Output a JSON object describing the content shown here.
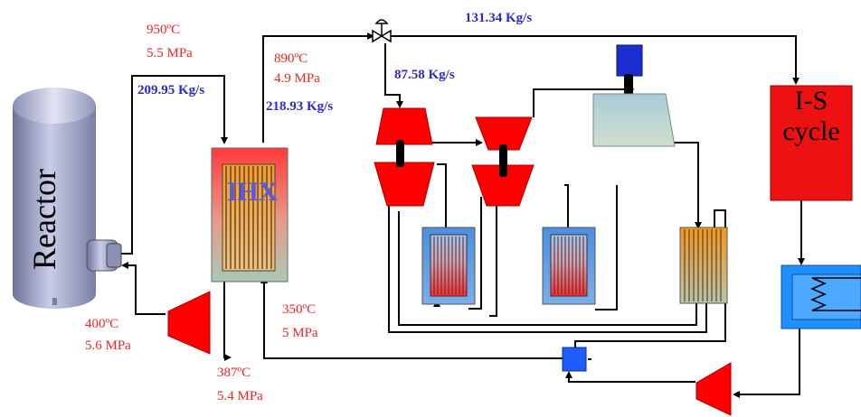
{
  "reactor": {
    "label": "Reactor"
  },
  "ihx": {
    "label": "IHX"
  },
  "is_cycle": {
    "line1": "I-S",
    "line2": "cycle"
  },
  "reactor_outlet": {
    "temperature": "950ºC",
    "pressure": "5.5 MPa",
    "flow": "209.95 Kg/s"
  },
  "ihx_outlet": {
    "temperature": "890ºC",
    "pressure": "4.9 MPa",
    "flow": "218.93 Kg/s"
  },
  "turbine_split": {
    "flow": "87.58 Kg/s"
  },
  "is_feed": {
    "flow": "131.34 Kg/s"
  },
  "reactor_inlet": {
    "temperature": "400ºC",
    "pressure": "5.6 MPa"
  },
  "ihx_return": {
    "temperature": "350ºC",
    "pressure": "5 MPa"
  },
  "circulator_inlet": {
    "temperature": "387ºC",
    "pressure": "5.4 MPa"
  },
  "colors": {
    "component_red": "#ff0000",
    "label_red": "#ff1f1f",
    "label_blue": "#2a2ad0",
    "is_cycle_fill": "#ee1111",
    "generator_blue": "#1c2ed0",
    "reactor_steel": "#9aa0c8"
  }
}
